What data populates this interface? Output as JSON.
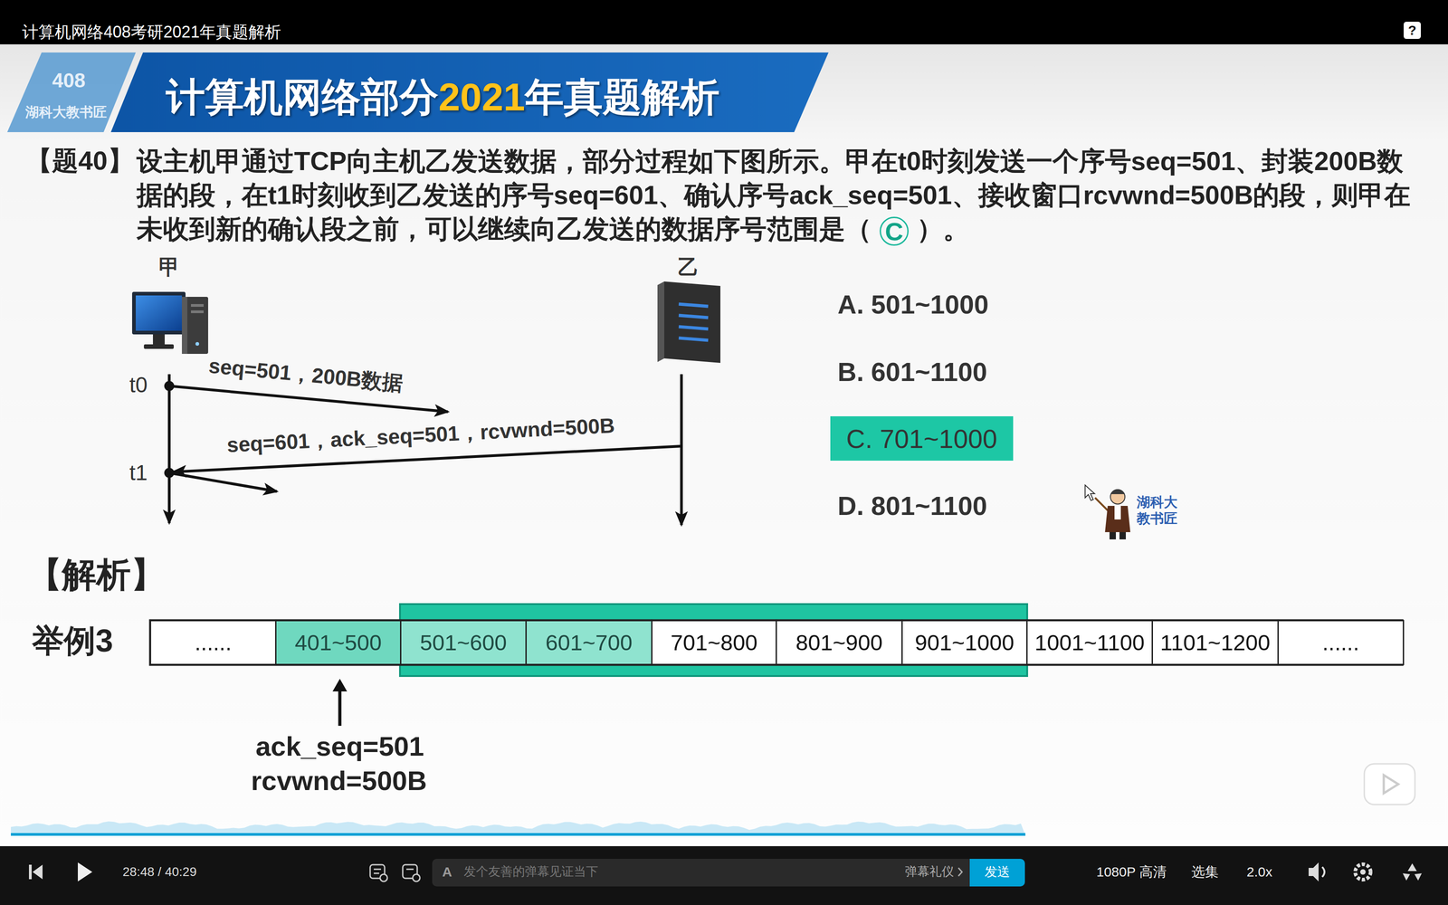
{
  "diagram": {
    "nodes": [
      {
        "text": [
          "C. 701~1000"
        ]
      },
      {
        "text": [
          "......"
        ]
      },
      {
        "text": [
          "401~500"
        ]
      },
      {
        "text": [
          "501~600"
        ]
      },
      {
        "text": [
          "601~700"
        ]
      },
      {
        "text": [
          "701~800"
        ]
      },
      {
        "text": [
          "801~900"
        ]
      },
      {
        "text": [
          "901~1000"
        ]
      },
      {
        "text": [
          "1001~1100"
        ]
      },
      {
        "text": [
          "1101~1200"
        ]
      },
      {
        "text": [
          "......"
        ]
      }
    ],
    "labels": [
      "计算机网络408考研2021年真题解析",
      "?",
      "408",
      "湖科大教书匠",
      "计算机网络部分",
      "2021",
      "年真题解析",
      "【题40】",
      "设主机甲通过TCP向主机乙发送数据，部分过程如下图所示。甲在t0时刻发送一个序号seq=501、封装200B数据的段，在t1时刻收到乙发送的序号seq=601、确认序号ack_seq=501、接收窗口rcvwnd=500B的段，则甲在未收到新的确认段之前，可以继续向乙发送的数据序号范围是（",
      "C",
      "）。",
      "甲",
      "乙",
      "t0",
      "seq=501，200B数据",
      "seq=601，ack_seq=501，rcvwnd=500B",
      "t1",
      "A. 501~1000",
      "B. 601~1100",
      "D. 801~1100",
      "湖科大 教书匠",
      "【解析】",
      "举例3",
      "ack_seq=501",
      "rcvwnd=500B",
      "28:48 / 40:29",
      "A",
      "发个友善的弹幕见证当下",
      "弹幕礼仪",
      "发送",
      "1080P 高清",
      "选集",
      "2.0x"
    ]
  }
}
